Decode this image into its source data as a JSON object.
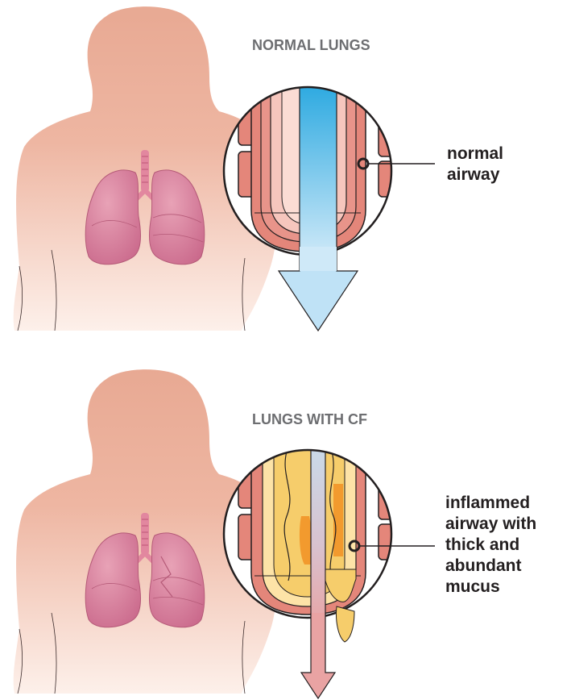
{
  "panels": [
    {
      "title": "NORMAL LUNGS",
      "callout_lines": [
        "normal",
        "airway"
      ]
    },
    {
      "title": "LUNGS WITH CF",
      "callout_lines": [
        "inflammed",
        "airway with",
        "thick and",
        "abundant",
        "mucus"
      ]
    }
  ],
  "colors": {
    "skin": "#e8a993",
    "skin_fade": "#fbe8df",
    "lung": "#d77f9a",
    "lung_edge": "#b55a78",
    "trachea": "#e2879f",
    "airway_wall": "#e4867a",
    "airway_wall_dark": "#c9544c",
    "airway_lining": "#f6c6bd",
    "airflow_normal_top": "#29a8e0",
    "airflow_normal_bottom": "#cfe9f8",
    "airflow_cf_top": "#c9dbea",
    "airflow_cf_bottom": "#e9a3a3",
    "mucus": "#f6cd6b",
    "mucus_dark": "#f29a2e",
    "mucus_pale": "#fde3a7",
    "outline": "#231f20"
  },
  "icons": [
    "body-silhouette-icon",
    "lungs-icon",
    "airway-magnifier-icon",
    "airflow-arrow-icon",
    "callout-ring-icon"
  ]
}
